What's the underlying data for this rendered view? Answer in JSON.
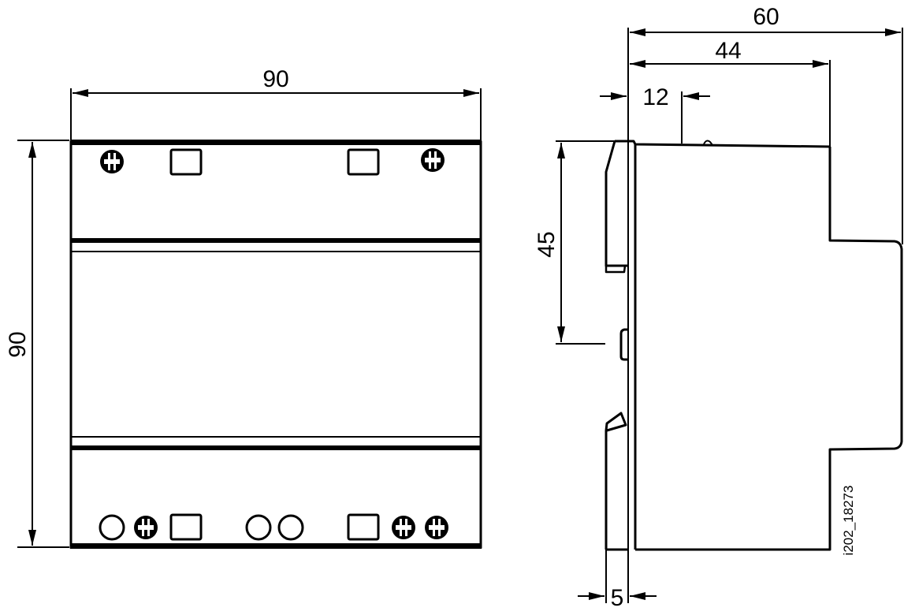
{
  "drawing": {
    "reference_id": "i202_18273",
    "colors": {
      "line": "#000000",
      "background": "#ffffff"
    },
    "front_view": {
      "width_label": "90",
      "height_label": "90",
      "top_terminals": [
        "screw",
        "square",
        "square",
        "screw"
      ],
      "bottom_terminals": [
        "circle",
        "screw",
        "square",
        "circle",
        "circle",
        "square",
        "screw",
        "screw"
      ]
    },
    "side_view": {
      "overall_depth_label": "60",
      "body_depth_label": "44",
      "front_offset_label": "12",
      "rail_height_label": "45",
      "clip_thickness_label": "5"
    }
  }
}
